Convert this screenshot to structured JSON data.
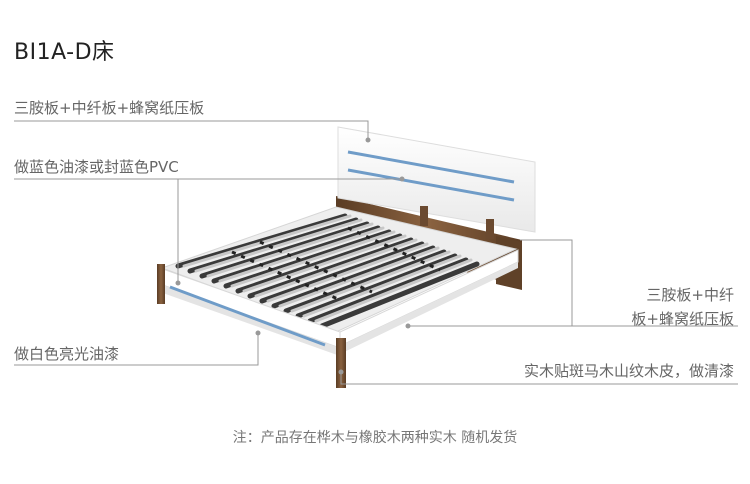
{
  "title": "BI1A-D床",
  "callouts": {
    "headboard_material": "三胺板+中纤板+蜂窝纸压板",
    "stripe_paint": "做蓝色油漆或封蓝色PVC",
    "frame_finish": "做白色亮光油漆",
    "side_material_line1": "三胺板+中纤",
    "side_material_line2": "板+蜂窝纸压板",
    "legs_veneer": "实木贴斑马木山纹木皮，做清漆"
  },
  "note": "注：产品存在桦木与橡胶木两种实木 随机发货",
  "colors": {
    "accent_blue": "#6f9cc8",
    "wood": "#6b4a30",
    "frame_white": "#f6f6f6",
    "leader_line": "#999999"
  }
}
